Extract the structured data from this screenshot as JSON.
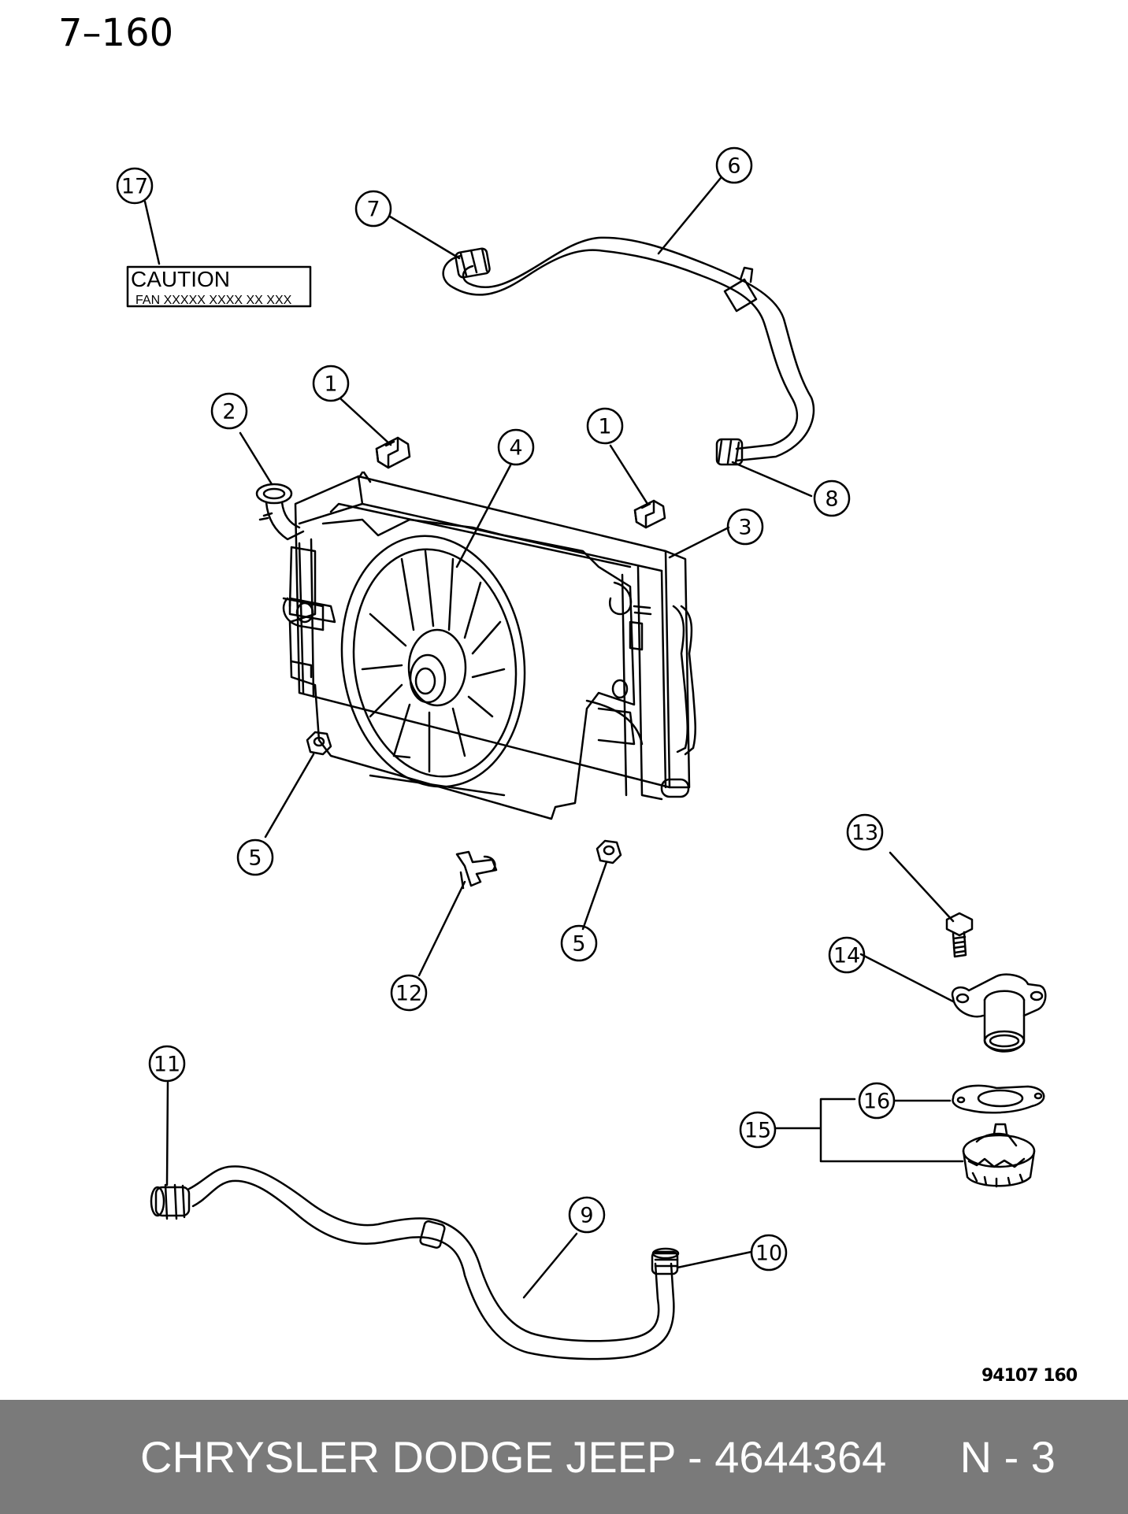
{
  "header": {
    "page_number": "7–160"
  },
  "figure_code": "94107  160",
  "caution_label": {
    "title": "CAUTION",
    "subtitle": "FAN  XXXXX  XXXX  XX  XXX"
  },
  "callouts": {
    "c1a": "1",
    "c1b": "1",
    "c2": "2",
    "c3": "3",
    "c4": "4",
    "c5a": "5",
    "c5b": "5",
    "c6": "6",
    "c7": "7",
    "c8": "8",
    "c9": "9",
    "c10": "10",
    "c11": "11",
    "c12": "12",
    "c13": "13",
    "c14": "14",
    "c15": "15",
    "c16": "16",
    "c17": "17"
  },
  "footer": {
    "text": "CHRYSLER DODGE JEEP - 4644364      N - 3"
  },
  "colors": {
    "footer_bg": "#7a7a7a",
    "footer_text": "#ffffff",
    "line": "#000000"
  }
}
